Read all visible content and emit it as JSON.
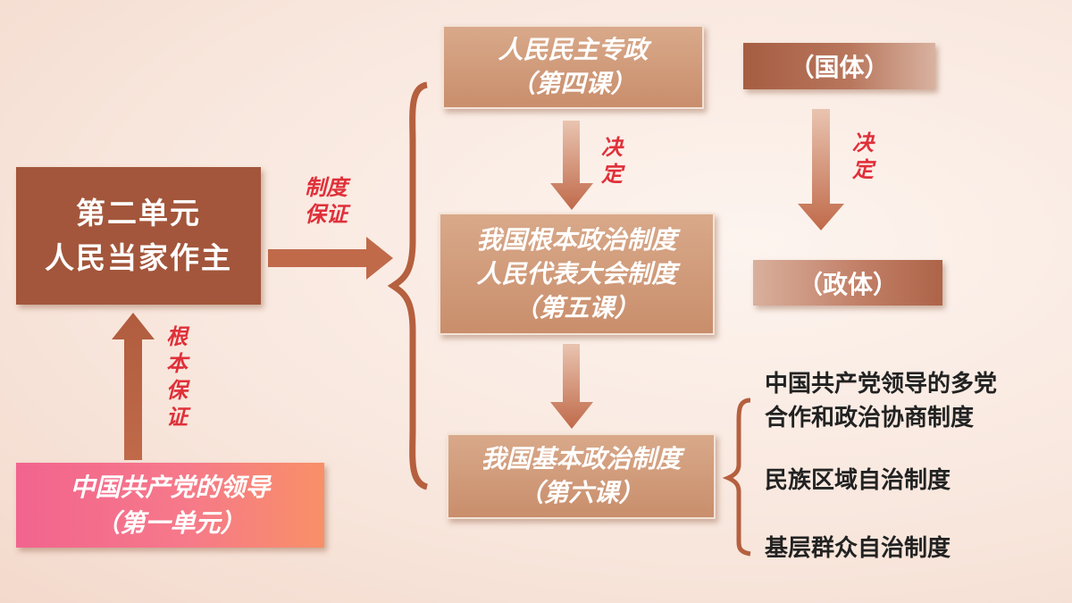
{
  "unit_box": {
    "line1": "第二单元",
    "line2": "人民当家作主"
  },
  "party_box": {
    "line1": "中国共产党的领导",
    "line2": "（第一单元）"
  },
  "dictatorship_box": {
    "line1": "人民民主专政",
    "line2": "（第四课）"
  },
  "fundamental_box": {
    "line1": "我国根本政治制度",
    "line2": "人民代表大会制度",
    "line3": "（第五课）"
  },
  "basic_box": {
    "line1": "我国基本政治制度",
    "line2": "（第六课）"
  },
  "state_system_box": {
    "label": "（国体）"
  },
  "government_system_box": {
    "label": "（政体）"
  },
  "labels": {
    "institutional_guarantee": [
      "制",
      "度",
      "保",
      "证"
    ],
    "fundamental_guarantee": [
      "根",
      "本",
      "保",
      "证"
    ],
    "determine_1": [
      "决",
      "定"
    ],
    "determine_2": [
      "决",
      "定"
    ]
  },
  "basic_systems": [
    {
      "line1": "中国共产党领导的多党",
      "line2": "合作和政治协商制度"
    },
    {
      "line1": "民族区域自治制度"
    },
    {
      "line1": "基层群众自治制度"
    }
  ],
  "colors": {
    "dark_brown": "#a3563b",
    "tan": "#d2a07f",
    "arrow": "#c06a4a",
    "label_red": "#e0303a",
    "pink_start": "#f2648e",
    "orange_end": "#f89067"
  }
}
